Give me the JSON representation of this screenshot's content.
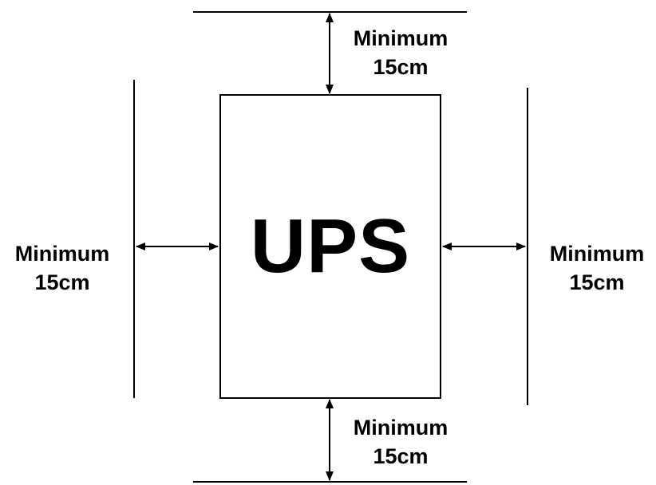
{
  "unit": {
    "label": "UPS"
  },
  "clearances": {
    "top": {
      "line1": "Minimum",
      "line2": "15cm"
    },
    "bottom": {
      "line1": "Minimum",
      "line2": "15cm"
    },
    "left": {
      "line1": "Minimum",
      "line2": "15cm"
    },
    "right": {
      "line1": "Minimum",
      "line2": "15cm"
    }
  },
  "colors": {
    "stroke": "#000000",
    "background": "#ffffff"
  }
}
